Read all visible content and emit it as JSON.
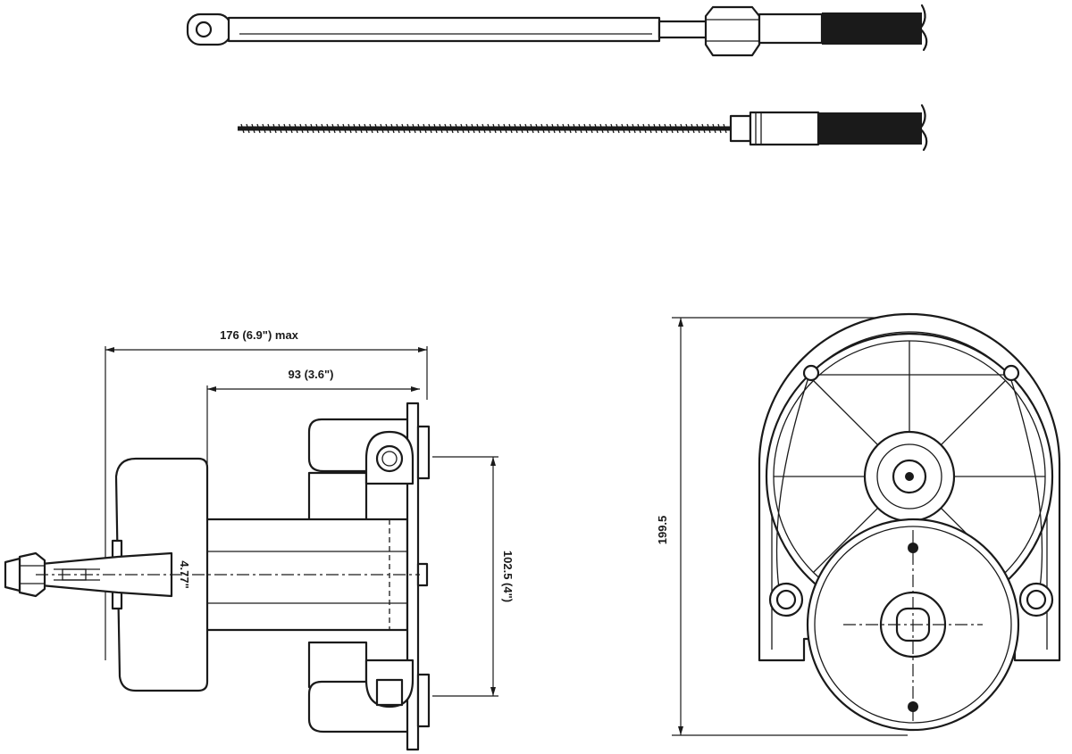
{
  "dimensions": {
    "overall_length": "176 (6.9\") max",
    "mount_depth": "93 (3.6\")",
    "bolt_spacing": "102.5 (4\")",
    "shaft_diameter": "4.77\"",
    "height": "199.5"
  }
}
